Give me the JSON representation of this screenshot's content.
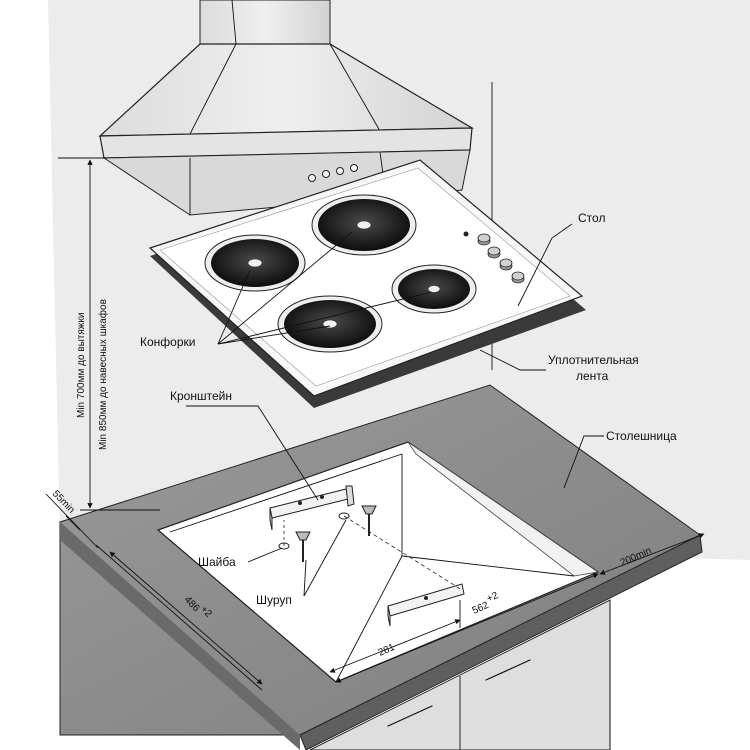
{
  "labels": {
    "table": "Стол",
    "burners": "Конфорки",
    "seal_tape_line1": "Уплотнительная",
    "seal_tape_line2": "лента",
    "bracket": "Кронштейн",
    "countertop": "Столешница",
    "washer": "Шайба",
    "screw": "Шуруп"
  },
  "dimensions": {
    "hood_height_line1": "Min 700мм до вытяжки",
    "hood_height_line2": "Min 850мм до навесных шкафов",
    "depth": "486",
    "depth_tol": "+2",
    "width": "562",
    "width_tol": "+2",
    "half_width": "281",
    "clearance_side": "200min",
    "clearance_front": "55min"
  },
  "colors": {
    "wall": "#e9e9e9",
    "countertop": "#8f8f8f",
    "countertop_edge": "#6f6f6f",
    "hob": "#f7f7f7",
    "burner": "#2a2a2a",
    "hood": "#e6e6e6",
    "cabinet": "#dedede"
  }
}
